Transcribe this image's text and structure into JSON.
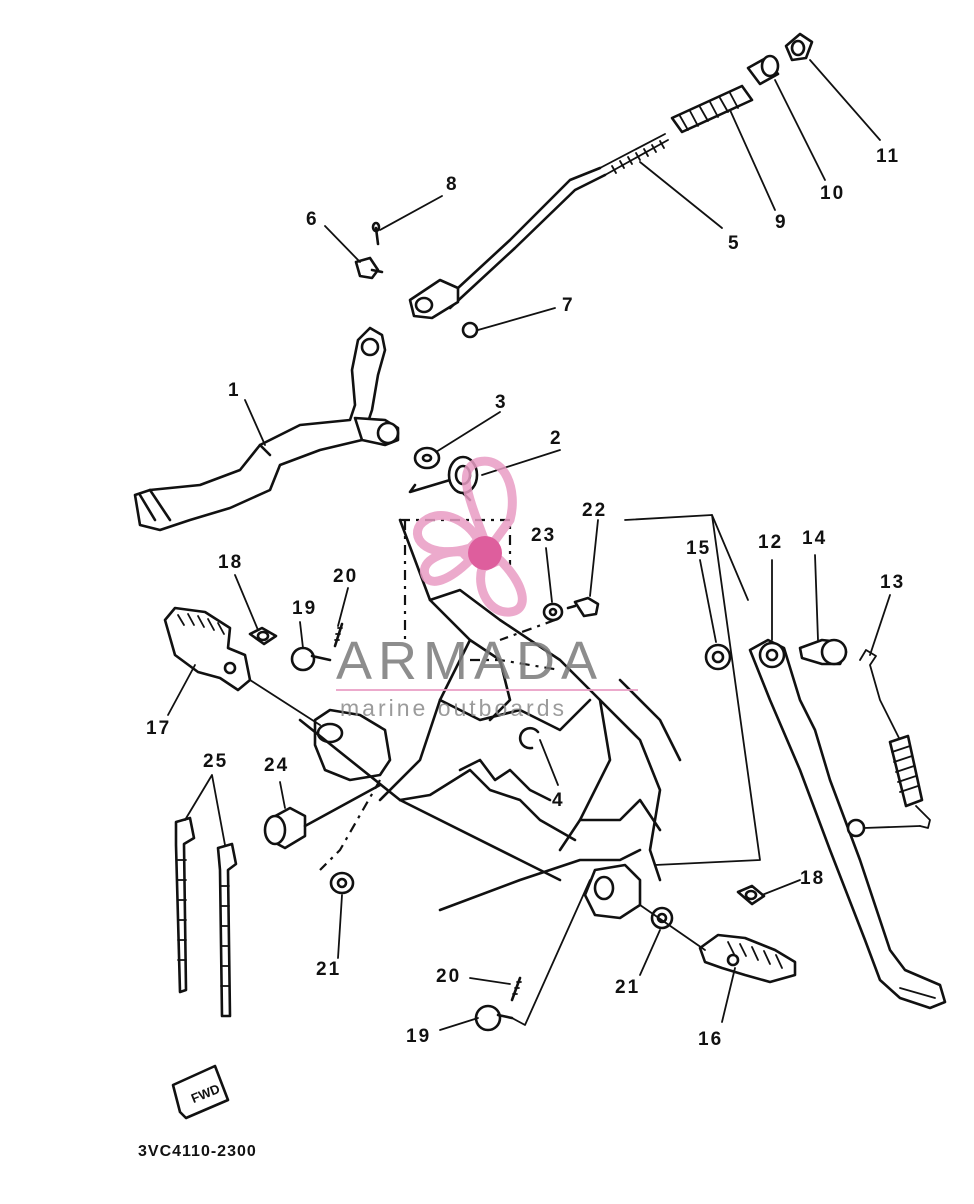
{
  "diagram": {
    "code": "3VC4110-2300",
    "fwd_label": "FWD",
    "callouts": {
      "c1": "1",
      "c2": "2",
      "c3": "3",
      "c4": "4",
      "c5": "5",
      "c6": "6",
      "c7": "7",
      "c8": "8",
      "c9": "9",
      "c10": "10",
      "c11": "11",
      "c12": "12",
      "c13": "13",
      "c14": "14",
      "c15": "15",
      "c16": "16",
      "c17": "17",
      "c18a": "18",
      "c18b": "18",
      "c19a": "19",
      "c19b": "19",
      "c20a": "20",
      "c20b": "20",
      "c21a": "21",
      "c21b": "21",
      "c22": "22",
      "c23": "23",
      "c24": "24",
      "c25": "25"
    }
  },
  "watermark": {
    "title": "ARMADA",
    "subtitle": "marine outboards",
    "colors": {
      "propeller": "#e99cc4",
      "hub": "#d9428c",
      "text": "#7a7a7a"
    }
  }
}
